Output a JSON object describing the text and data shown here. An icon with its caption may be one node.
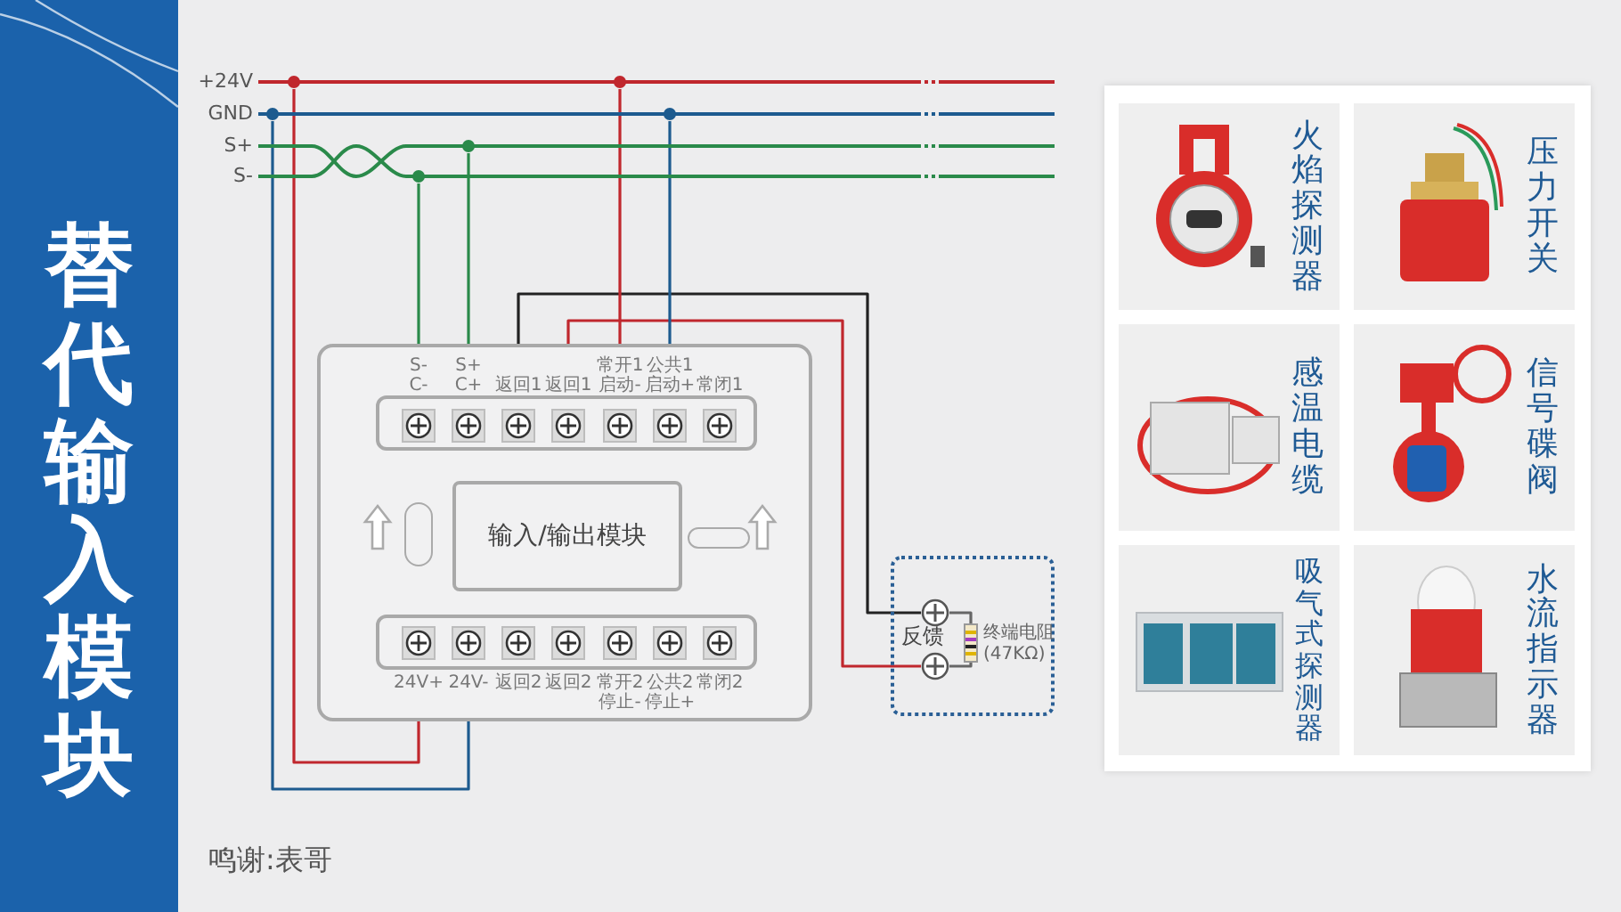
{
  "diagram": {
    "title": "替代输入模块",
    "nodes": [
      {
        "text": [],
        "shape": "line",
        "beside": [
          "+24V"
        ]
      },
      {
        "text": [],
        "shape": "line",
        "beside": [
          "GND"
        ]
      },
      {
        "text": [],
        "shape": "line"
      },
      {
        "text": [],
        "shape": "line"
      },
      {
        "text": [],
        "shape": "box"
      },
      {
        "text": [
          "S- C-"
        ],
        "in": 4
      },
      {
        "text": [
          "S+ C+"
        ],
        "in": 4
      },
      {
        "text": [
          "返回1"
        ],
        "in": 4
      },
      {
        "text": [
          "返回1"
        ],
        "in": 4
      },
      {
        "text": [
          "常开1 启动-"
        ],
        "in": 4
      },
      {
        "text": [
          "公共1 启动+"
        ],
        "in": 4
      },
      {
        "text": [
          "常闭1"
        ],
        "in": 4
      },
      {
        "text": [
          "输入/输出模块"
        ],
        "in": 4
      },
      {
        "text": [
          "24V+"
        ],
        "in": 4
      },
      {
        "text": [
          "24V-"
        ],
        "in": 4
      },
      {
        "text": [
          "返回2"
        ],
        "in": 4
      },
      {
        "text": [
          "返回2"
        ],
        "in": 4
      },
      {
        "text": [
          "常开2 停止-"
        ],
        "in": 4
      },
      {
        "text": [
          "公共2 停止+"
        ],
        "in": 4
      },
      {
        "text": [
          "常闭2"
        ],
        "in": 4
      },
      {
        "text": [],
        "shape": "box"
      },
      {
        "text": [],
        "shape": "circle",
        "in": 20
      },
      {
        "text": [],
        "shape": "circle",
        "in": 20
      },
      {
        "text": [],
        "shape": "resistor",
        "in": 20,
        "beside": [
          "终端电阻 (47KΩ)"
        ]
      },
      {
        "text": [
          "火焰探测器"
        ]
      },
      {
        "text": [
          "压力开关"
        ]
      },
      {
        "text": [
          "感温电缆"
        ]
      },
      {
        "text": [
          "信号碟阀"
        ]
      },
      {
        "text": [
          "吸气式探测器"
        ]
      },
      {
        "text": [
          "水流指示器"
        ]
      }
    ],
    "edges": [
      {
        "from": 1,
        "to": 14,
        "arrow": "none",
        "color": "#1d5b8f"
      },
      {
        "from": 0,
        "to": 13,
        "arrow": "none",
        "color": "#c0272d"
      },
      {
        "from": 3,
        "to": 5,
        "arrow": "none",
        "color": "#2a8a4a"
      },
      {
        "from": 2,
        "to": 6,
        "arrow": "none",
        "color": "#2a8a4a"
      },
      {
        "from": 7,
        "to": 21,
        "arrow": "none",
        "color": "#222222"
      },
      {
        "from": 8,
        "to": 22,
        "arrow": "none",
        "color": "#c0272d"
      },
      {
        "from": 0,
        "to": 9,
        "arrow": "none",
        "color": "#c0272d"
      },
      {
        "from": 1,
        "to": 10,
        "arrow": "none",
        "color": "#1d5b8f"
      },
      {
        "from": 21,
        "to": 23,
        "arrow": "none",
        "color": "#666666"
      },
      {
        "from": 23,
        "to": 22,
        "arrow": "none",
        "color": "#666666"
      }
    ],
    "labels": [
      "S+",
      "S-",
      "反馈",
      "鸣谢:表哥"
    ]
  }
}
